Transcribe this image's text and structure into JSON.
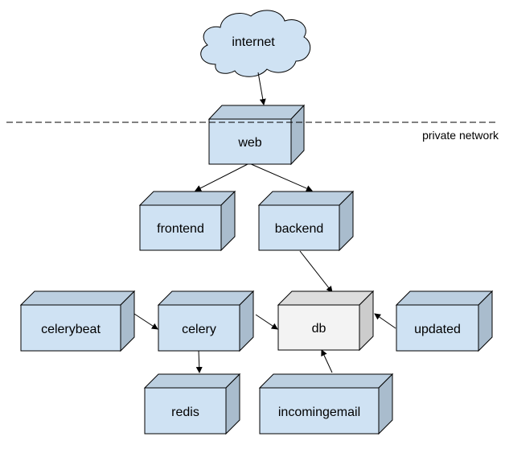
{
  "diagram": {
    "cloud": {
      "label": "internet"
    },
    "boundary": {
      "label": "private network"
    },
    "nodes": {
      "web": "web",
      "frontend": "frontend",
      "backend": "backend",
      "celerybeat": "celerybeat",
      "celery": "celery",
      "db": "db",
      "updated": "updated",
      "redis": "redis",
      "incomingemail": "incomingemail"
    },
    "edges": [
      {
        "from": "internet",
        "to": "web"
      },
      {
        "from": "web",
        "to": "frontend"
      },
      {
        "from": "web",
        "to": "backend"
      },
      {
        "from": "backend",
        "to": "db"
      },
      {
        "from": "celerybeat",
        "to": "celery"
      },
      {
        "from": "celery",
        "to": "db"
      },
      {
        "from": "updated",
        "to": "db"
      },
      {
        "from": "celery",
        "to": "redis"
      },
      {
        "from": "incomingemail",
        "to": "db"
      }
    ],
    "colors": {
      "box_front": "#cfe2f3",
      "box_side": "#a9bccd",
      "box_top": "#bccfe0",
      "db_front": "#f3f3f3",
      "db_side": "#cccccc",
      "db_top": "#dddddd",
      "stroke": "#000000"
    }
  }
}
